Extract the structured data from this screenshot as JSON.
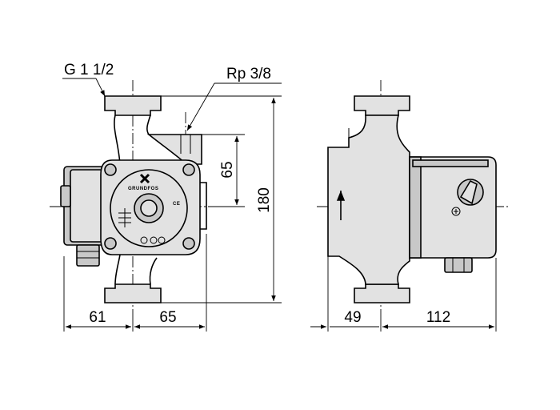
{
  "labels": {
    "thread_inlet": "G 1 1/2",
    "thread_vent": "Rp 3/8",
    "brand": "GRUNDFOS",
    "approval_mark": "CE"
  },
  "dimensions": {
    "port_offset": "65",
    "total_height": "180",
    "front_left": "61",
    "front_right": "65",
    "side_left": "49",
    "side_right": "112"
  },
  "colors": {
    "line": "#000000",
    "shade": "#c8c8c8",
    "light_shade": "#e2e2e2"
  }
}
